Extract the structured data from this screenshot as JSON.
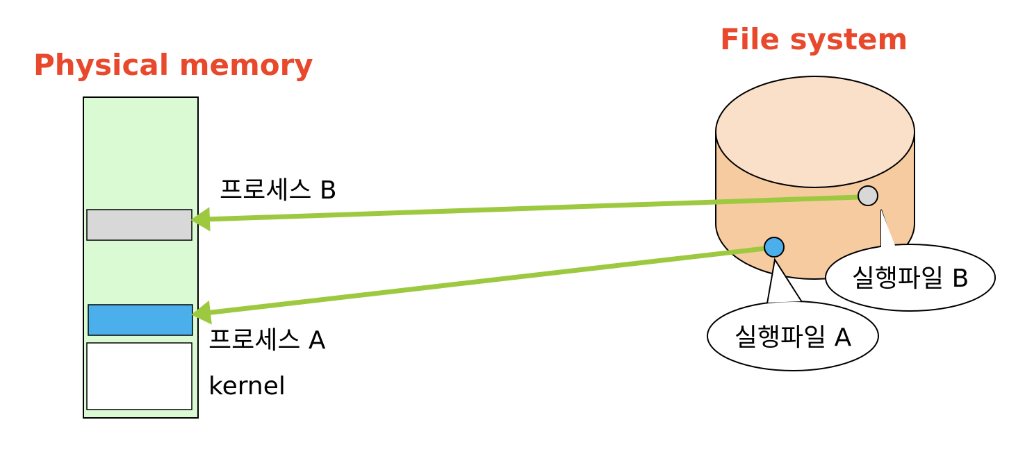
{
  "titles": {
    "memory": "Physical memory",
    "filesystem": "File system"
  },
  "memory": {
    "processes": [
      {
        "label": "프로세스 B"
      },
      {
        "label": "프로세스 A"
      }
    ],
    "kernel_label": "kernel"
  },
  "filesystem": {
    "files": [
      {
        "label": "실행파일 B"
      },
      {
        "label": "실행파일 A"
      }
    ]
  },
  "colors": {
    "title": "#e8482b",
    "memory_bg": "#d9fad3",
    "process_b": "#d8d8d8",
    "process_a": "#4aafea",
    "kernel": "#ffffff",
    "disk": "#f7cba0",
    "disk_top": "#fae0c8",
    "arrow": "#9dc940",
    "outline": "#000000"
  }
}
